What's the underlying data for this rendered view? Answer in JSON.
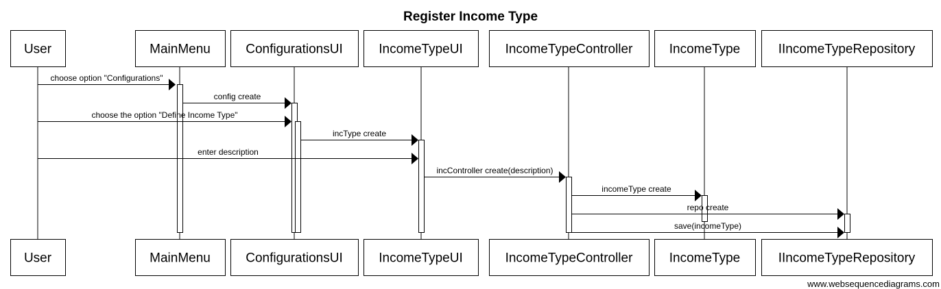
{
  "diagram": {
    "title": "Register Income Type",
    "participants": [
      {
        "id": "user",
        "name": "User"
      },
      {
        "id": "mainmenu",
        "name": "MainMenu"
      },
      {
        "id": "configui",
        "name": "ConfigurationsUI"
      },
      {
        "id": "inctypeui",
        "name": "IncomeTypeUI"
      },
      {
        "id": "incctrl",
        "name": "IncomeTypeController"
      },
      {
        "id": "inctype",
        "name": "IncomeType"
      },
      {
        "id": "increpo",
        "name": "IIncomeTypeRepository"
      }
    ],
    "messages": [
      {
        "from": "user",
        "to": "mainmenu",
        "label": "choose option \"Configurations\""
      },
      {
        "from": "mainmenu",
        "to": "configui",
        "label": "config create"
      },
      {
        "from": "user",
        "to": "configui",
        "label": "choose the option \"Define Income Type\""
      },
      {
        "from": "configui",
        "to": "inctypeui",
        "label": "incType create"
      },
      {
        "from": "user",
        "to": "inctypeui",
        "label": "enter description"
      },
      {
        "from": "inctypeui",
        "to": "incctrl",
        "label": "incController create(description)"
      },
      {
        "from": "incctrl",
        "to": "inctype",
        "label": "incomeType create"
      },
      {
        "from": "incctrl",
        "to": "increpo",
        "label": "repo create"
      },
      {
        "from": "incctrl",
        "to": "increpo",
        "label": "save(incomeType)"
      }
    ]
  },
  "footer": {
    "watermark": "www.websequencediagrams.com"
  }
}
